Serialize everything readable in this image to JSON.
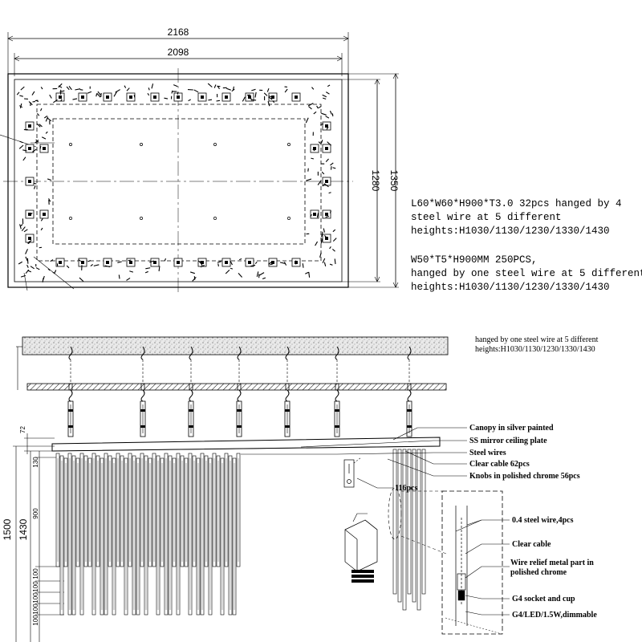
{
  "top_view": {
    "dim_outer": "2168",
    "dim_inner": "2098",
    "dim_height_inner": "1280",
    "dim_height_outer": "1350"
  },
  "spec_block_1": [
    "L60*W60*H900*T3.0 32pcs hanged by 4",
    "steel wire at 5 different",
    "heights:H1030/1130/1230/1330/1430"
  ],
  "spec_block_2": [
    "W50*T5*H900MM 250PCS,",
    "hanged by one steel wire at 5 different",
    "heights:H1030/1130/1230/1330/1430"
  ],
  "side_note": [
    "hanged by one steel wire at 5 different",
    "heights:H1030/1130/1230/1330/1430"
  ],
  "side_dims": {
    "d72": "72",
    "d1500": "1500",
    "d1430": "1430",
    "d130": "130",
    "d900": "900",
    "d100a": "100",
    "d100b": "100",
    "d100c": "100",
    "d100d": "100",
    "d100e": "100"
  },
  "callouts": [
    "Canopy in silver painted",
    "SS mirror ceiling plate",
    "Steel wires",
    "Clear cable 62pcs",
    "Knobs in polished chrome 56pcs",
    "116pcs"
  ],
  "detail_callouts": [
    "0.4 steel wire,4pcs",
    "Clear cable",
    "Wire relief metal part in",
    "polished chrome",
    "G4 socket and cup",
    "G4/LED/1.5W,dimmable"
  ]
}
